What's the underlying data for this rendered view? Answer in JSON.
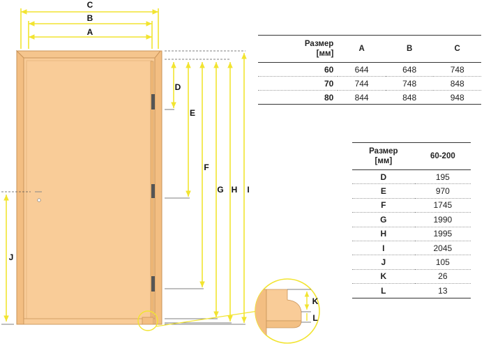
{
  "colors": {
    "door_fill": "#f9cc98",
    "door_outline": "#c9945a",
    "dimension_line": "#f2e430",
    "table_rule": "#333333"
  },
  "dimension_labels": [
    "C",
    "B",
    "A",
    "D",
    "E",
    "F",
    "G",
    "H",
    "I",
    "J",
    "K",
    "L"
  ],
  "size_table": {
    "header": {
      "size": "Размер",
      "unit": "[мм]",
      "cols": [
        "A",
        "B",
        "C"
      ]
    },
    "rows": [
      {
        "size": "60",
        "values": [
          "644",
          "648",
          "748"
        ]
      },
      {
        "size": "70",
        "values": [
          "744",
          "748",
          "848"
        ]
      },
      {
        "size": "80",
        "values": [
          "844",
          "848",
          "948"
        ]
      }
    ]
  },
  "dim_table": {
    "header": {
      "size": "Размер",
      "unit": "[мм]",
      "col": "60-200"
    },
    "rows": [
      {
        "label": "D",
        "value": "195"
      },
      {
        "label": "E",
        "value": "970"
      },
      {
        "label": "F",
        "value": "1745"
      },
      {
        "label": "G",
        "value": "1990"
      },
      {
        "label": "H",
        "value": "1995"
      },
      {
        "label": "I",
        "value": "2045"
      },
      {
        "label": "J",
        "value": "105"
      },
      {
        "label": "K",
        "value": "26"
      },
      {
        "label": "L",
        "value": "13"
      }
    ]
  }
}
